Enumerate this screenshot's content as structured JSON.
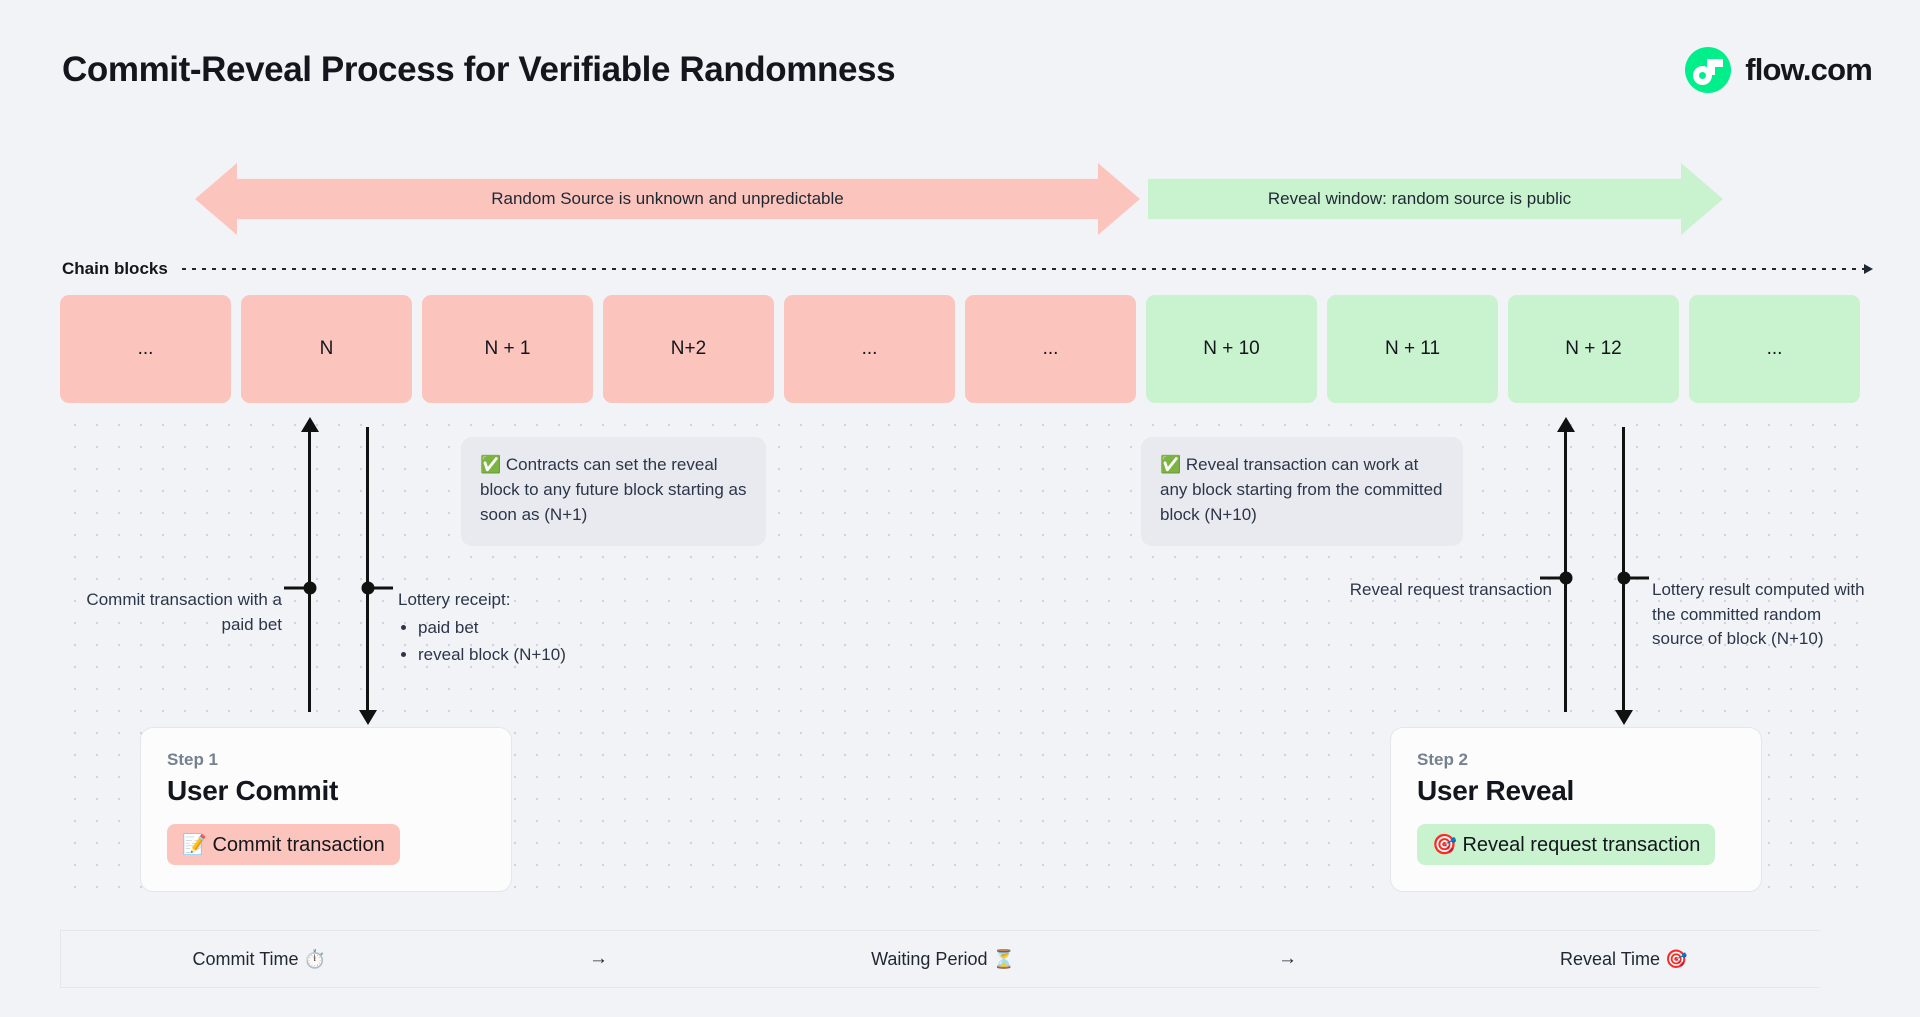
{
  "header": {
    "title": "Commit-Reveal Process for Verifiable Randomness",
    "brand": "flow.com",
    "brand_color": "#00ef8b"
  },
  "banners": {
    "unknown": "Random Source is unknown and unpredictable",
    "reveal": "Reveal window: random source is public",
    "unknown_color": "#fbc5bd",
    "reveal_color": "#c9f2cf"
  },
  "chain": {
    "label": "Chain blocks",
    "blocks": [
      {
        "label": "...",
        "state": "pink"
      },
      {
        "label": "N",
        "state": "pink"
      },
      {
        "label": "N + 1",
        "state": "pink"
      },
      {
        "label": "N+2",
        "state": "pink"
      },
      {
        "label": "...",
        "state": "pink"
      },
      {
        "label": "...",
        "state": "pink"
      },
      {
        "label": "N + 10",
        "state": "green"
      },
      {
        "label": "N + 11",
        "state": "green"
      },
      {
        "label": "N + 12",
        "state": "green"
      },
      {
        "label": "...",
        "state": "green"
      }
    ]
  },
  "callouts": {
    "commit": {
      "icon": "white-check-mark",
      "text": "Contracts can set the reveal block to any future block starting as soon as (N+1)"
    },
    "reveal": {
      "icon": "white-check-mark",
      "text": "Reveal transaction can work at any block starting from the committed block (N+10)"
    }
  },
  "events": {
    "commit_label": "Commit transaction with a paid bet",
    "receipt_label": "Lottery receipt:",
    "receipt_items": [
      "paid bet",
      "reveal block (N+10)"
    ],
    "reveal_label": "Reveal request transaction",
    "result_label": "Lottery result computed with the committed random source of block (N+10)"
  },
  "steps": [
    {
      "kicker": "Step 1",
      "title": "User Commit",
      "pill_icon": "📝",
      "pill_label": "Commit transaction",
      "pill_color": "#fbc5bd"
    },
    {
      "kicker": "Step 2",
      "title": "User Reveal",
      "pill_icon": "🎯",
      "pill_label": "Reveal request transaction",
      "pill_color": "#c9f2cf"
    }
  ],
  "timeline": {
    "phases": [
      "Commit Time ⏱️",
      "Waiting Period ⏳",
      "Reveal Time 🎯"
    ],
    "separator": "→"
  }
}
